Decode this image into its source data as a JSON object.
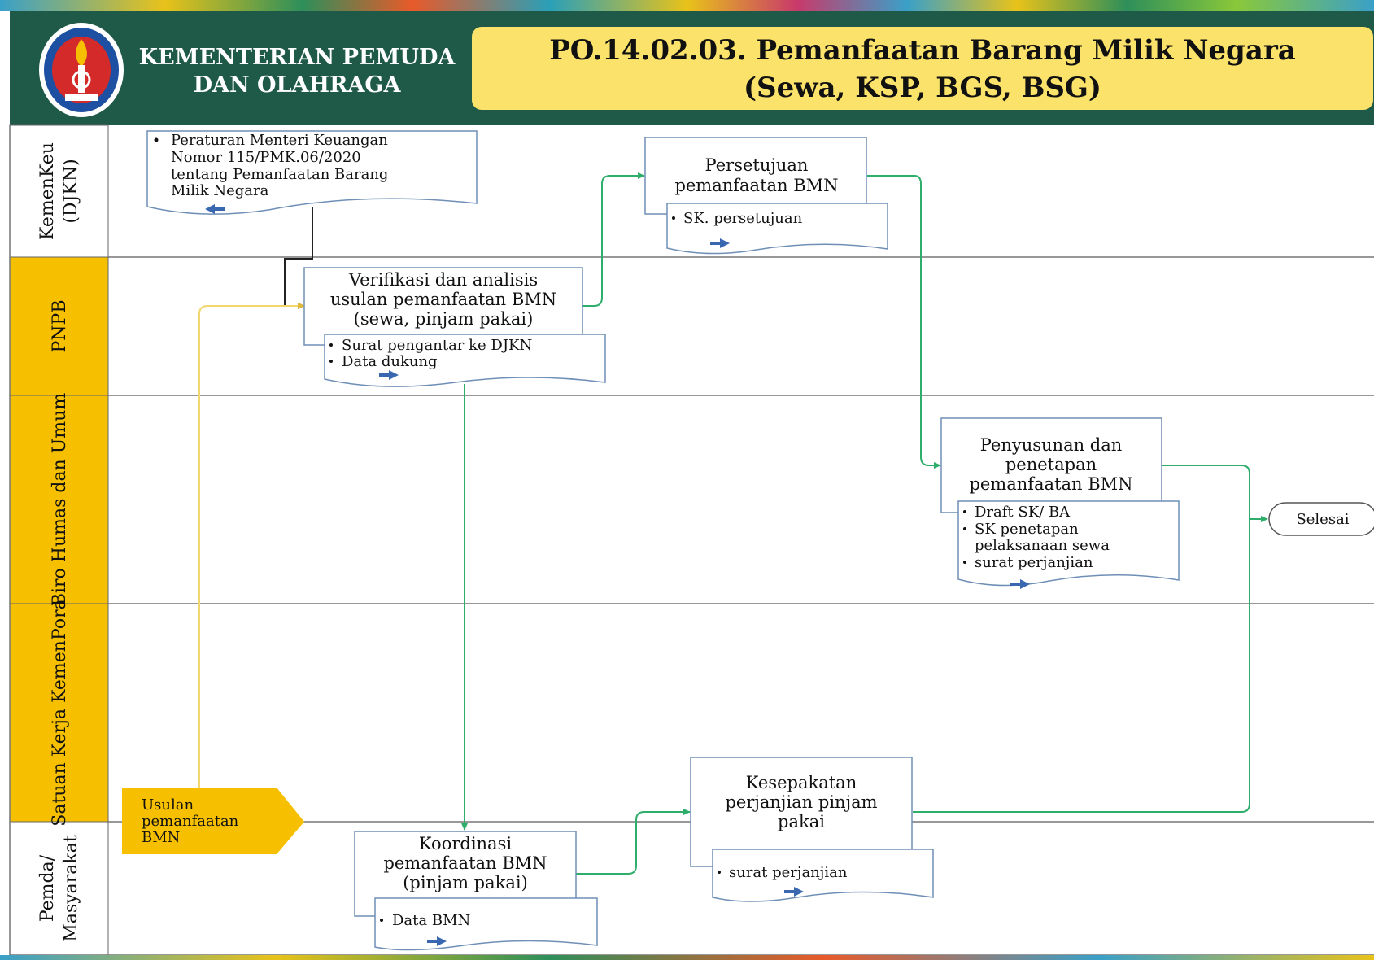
{
  "header": {
    "org_name_line1": "KEMENTERIAN PEMUDA",
    "org_name_line2": "DAN OLAHRAGA",
    "title_line1": "PO.14.02.03.  Pemanfaatan  Barang  Milik  Negara",
    "title_line2": "(Sewa,  KSP,  BGS,  BSG)",
    "logo": "kemenpora-emblem"
  },
  "colors": {
    "header_bg": "#1f5a49",
    "title_bg": "#fbe26a",
    "lane_yellow": "#f6c000",
    "connector_green": "#2eae6a",
    "connector_yellow": "#f2d670",
    "box_border": "#6f8fb7"
  },
  "lanes": [
    {
      "label_line1": "KemenKeu",
      "label_line2": "(DJKN)",
      "style": "white"
    },
    {
      "label_line1": "PNPB",
      "label_line2": "",
      "style": "yellow"
    },
    {
      "label_line1": "Biro Humas dan Umum",
      "label_line2": "",
      "style": "yellow"
    },
    {
      "label_line1": "Satuan Kerja KemenPora",
      "label_line2": "",
      "style": "yellow"
    },
    {
      "label_line1": "Pemda/",
      "label_line2": "Masyarakat",
      "style": "white"
    }
  ],
  "regulation_doc": {
    "lines": [
      "Peraturan Menteri Keuangan",
      "Nomor 115/PMK.06/2020",
      "tentang Pemanfaatan Barang",
      "Milik Negara"
    ]
  },
  "start_shape": {
    "lines": [
      "Usulan",
      "pemanfaatan",
      "BMN"
    ]
  },
  "processes": {
    "verifikasi": {
      "lines": [
        "Verifikasi dan analisis",
        "usulan pemanfaatan BMN",
        "(sewa, pinjam pakai)"
      ],
      "doc": [
        "Surat pengantar ke DJKN",
        "Data dukung"
      ]
    },
    "persetujuan": {
      "lines": [
        "Persetujuan",
        "pemanfaatan BMN"
      ],
      "doc": [
        "SK. persetujuan"
      ]
    },
    "penyusunan": {
      "lines": [
        "Penyusunan dan",
        "penetapan",
        "pemanfaatan BMN"
      ],
      "doc": [
        "Draft SK/ BA",
        "SK penetapan",
        "pelaksanaan sewa",
        "surat perjanjian"
      ]
    },
    "koordinasi": {
      "lines": [
        "Koordinasi",
        "pemanfaatan BMN",
        "(pinjam pakai)"
      ],
      "doc": [
        "Data BMN"
      ]
    },
    "kesepakatan": {
      "lines": [
        "Kesepakatan",
        "perjanjian pinjam",
        "pakai"
      ],
      "doc": [
        "surat perjanjian"
      ]
    }
  },
  "end_shape": {
    "label": "Selesai"
  }
}
